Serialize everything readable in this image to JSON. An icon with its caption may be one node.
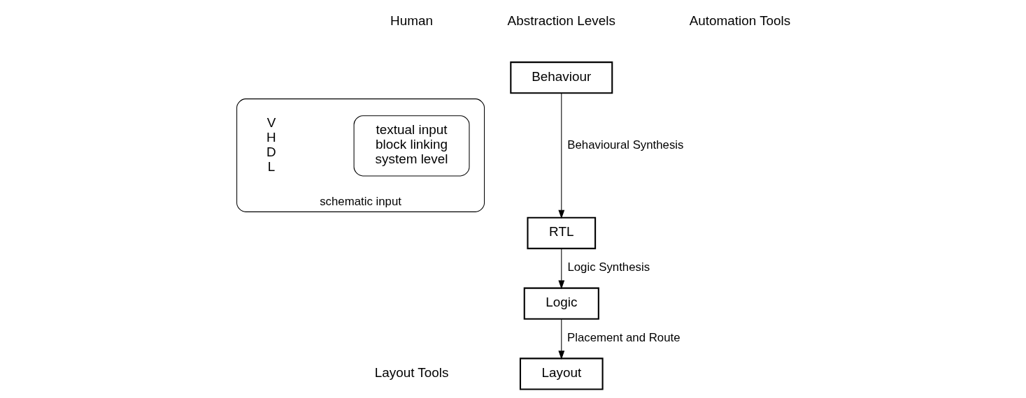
{
  "diagram": {
    "nodes": [
      {
        "text": [
          "V H D L",
          "schematic input"
        ]
      },
      {
        "text": [
          "textual input",
          "block linking",
          "system level"
        ],
        "in": 0
      },
      {
        "text": [
          "Behaviour"
        ]
      },
      {
        "text": [
          "RTL"
        ]
      },
      {
        "text": [
          "Logic"
        ]
      },
      {
        "text": [
          "Layout"
        ]
      }
    ],
    "edges": [
      {
        "from": 2,
        "to": 3,
        "arrow": "to",
        "label": "Behavioural Synthesis"
      },
      {
        "from": 3,
        "to": 4,
        "arrow": "to",
        "label": "Logic Synthesis"
      },
      {
        "from": 4,
        "to": 5,
        "arrow": "to",
        "label": "Placement and Route"
      }
    ],
    "labels": [
      "Human",
      "Abstraction Levels",
      "Automation Tools",
      "Layout Tools"
    ]
  }
}
